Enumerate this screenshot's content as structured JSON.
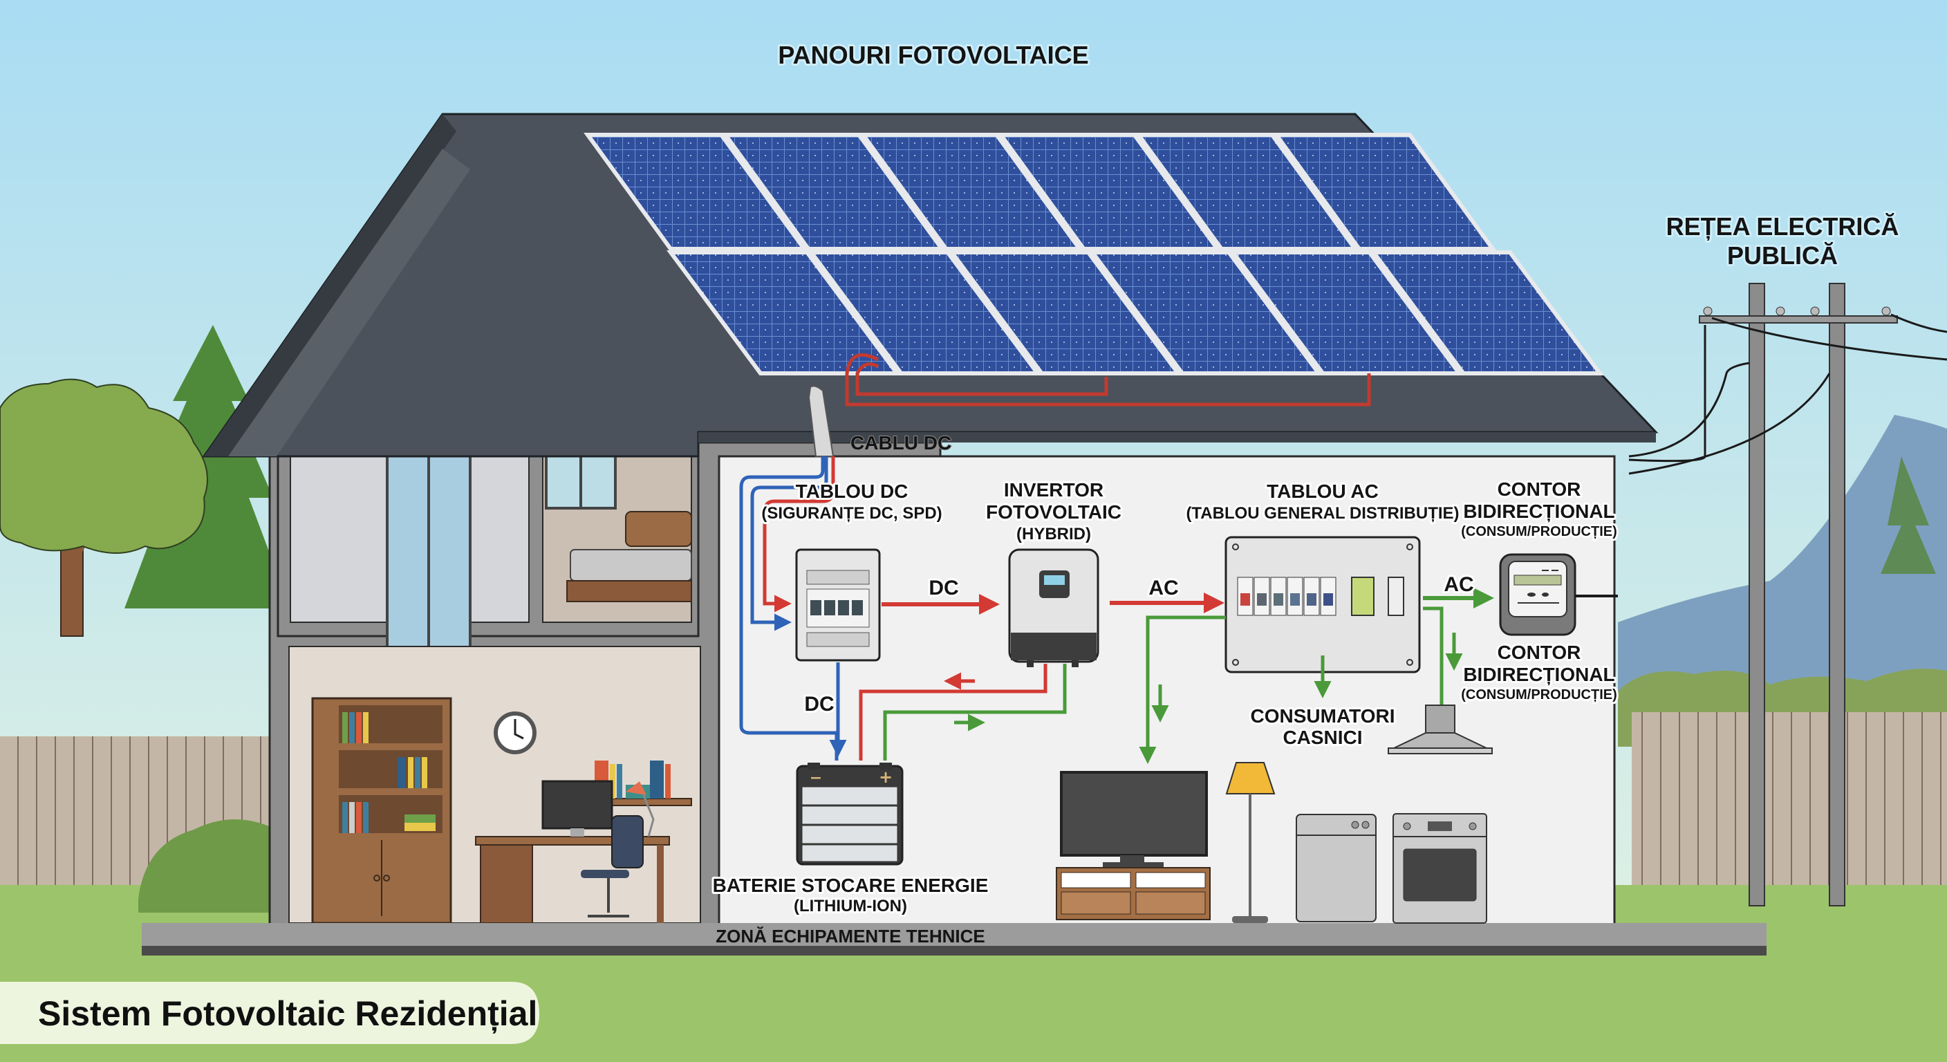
{
  "title": "Sistem Fotovoltaic Rezidențial",
  "labels": {
    "panels": "PANOURI FOTOVOLTAICE",
    "grid_line1": "REȚEA ELECTRICĂ",
    "grid_line2": "PUBLICĂ",
    "dc_cable": "CABLU DC",
    "dc_board_title": "TABLOU DC",
    "dc_board_sub": "(SIGURANȚE DC, SPD)",
    "inverter_line1": "INVERTOR",
    "inverter_line2": "FOTOVOLTAIC",
    "inverter_sub": "(HYBRID)",
    "ac_board_title": "TABLOU AC",
    "ac_board_sub": "(TABLOU GENERAL DISTRIBUȚIE)",
    "meter_top_line1": "CONTOR",
    "meter_top_line2": "BIDIRECȚIONAL",
    "meter_top_sub": "(CONSUM/PRODUCȚIE)",
    "meter_bottom_line1": "CONTOR",
    "meter_bottom_line2": "BIDIRECȚIONAL",
    "meter_bottom_sub": "(CONSUM/PRODUCȚIE)",
    "consumers_line1": "CONSUMATORI",
    "consumers_line2": "CASNICI",
    "battery_title": "BATERIE STOCARE ENERGIE",
    "battery_sub": "(LITHIUM-ION)",
    "zone": "ZONĂ ECHIPAMENTE TEHNICE"
  },
  "flows": {
    "dc_board_to_inverter": "DC",
    "inverter_to_ac_board": "AC",
    "ac_board_to_meter": "AC",
    "battery_link": "DC"
  },
  "battery_terminals": {
    "negative": "−",
    "positive": "+"
  },
  "colors": {
    "dc_positive": "#d23a33",
    "dc_negative": "#2f63b8",
    "ac_flow": "#4a9a3a",
    "roof": "#4b525b",
    "panel": "#2d4f9a",
    "sky": "#b9e0f2",
    "grass": "#9cc46a"
  }
}
